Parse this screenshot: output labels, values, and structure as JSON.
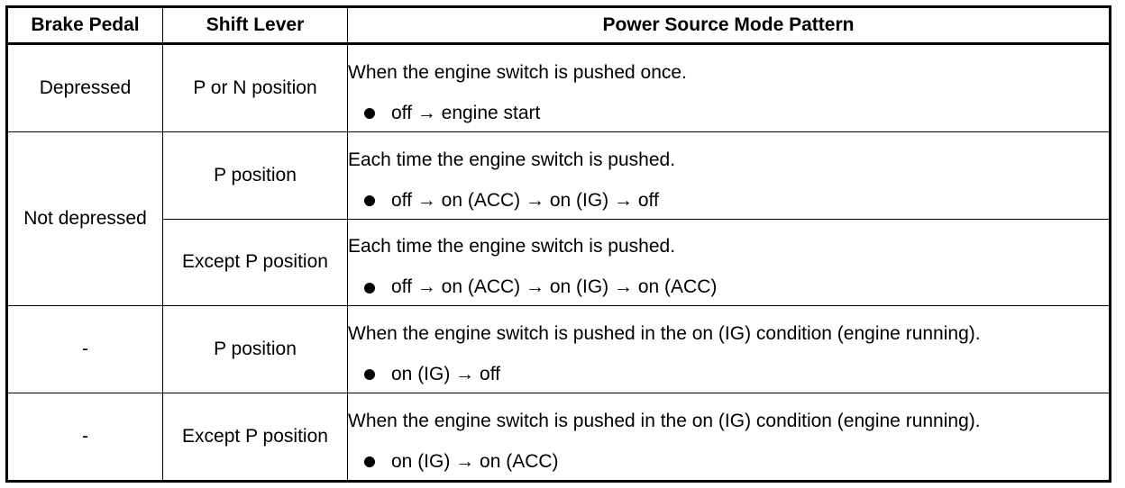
{
  "table": {
    "headers": [
      "Brake Pedal",
      "Shift Lever",
      "Power Source Mode Pattern"
    ],
    "rows": [
      {
        "brake": "Depressed",
        "shift": "P or N position",
        "pattern_title": "When the engine switch is pushed once.",
        "pattern_seq": "off → engine start"
      },
      {
        "brake": "Not depressed",
        "shift": "P position",
        "pattern_title": "Each time the engine switch is pushed.",
        "pattern_seq": "off → on (ACC) → on (IG) → off"
      },
      {
        "shift": "Except P position",
        "pattern_title": "Each time the engine switch is pushed.",
        "pattern_seq": "off → on (ACC) → on (IG) → on (ACC)"
      },
      {
        "brake": "-",
        "shift": "P position",
        "pattern_title": "When the engine switch is pushed in the on (IG) condition (engine running).",
        "pattern_seq": "on (IG) → off"
      },
      {
        "brake": "-",
        "shift": "Except P position",
        "pattern_title": "When the engine switch is pushed in the on (IG) condition (engine running).",
        "pattern_seq": "on (IG) → on (ACC)"
      }
    ]
  }
}
